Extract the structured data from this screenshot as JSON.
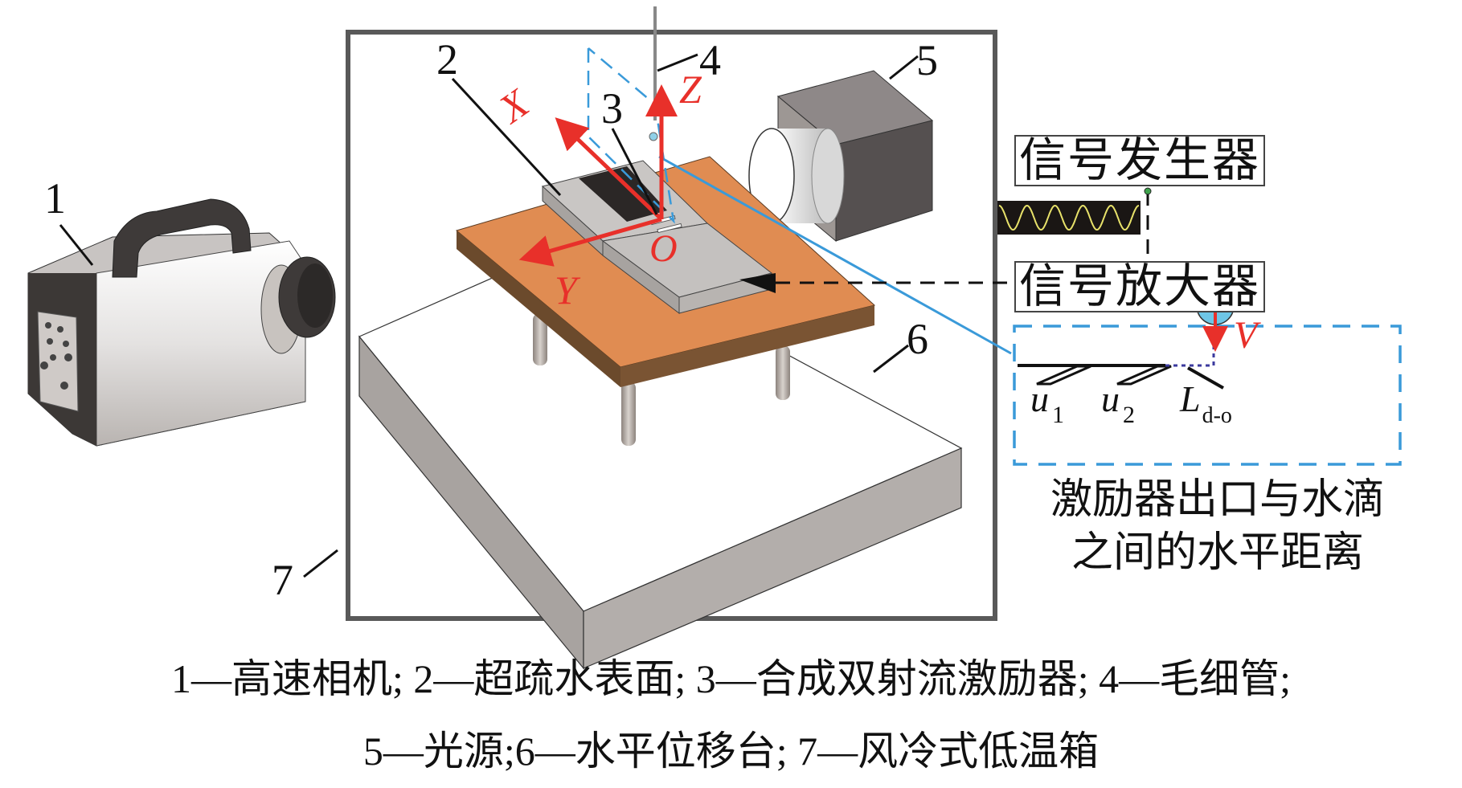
{
  "labels": {
    "camera": "1",
    "surface": "2",
    "actuator": "3",
    "capillary": "4",
    "light": "5",
    "stage": "6",
    "chamber": "7"
  },
  "axes": {
    "x": "X",
    "y": "Y",
    "z": "Z",
    "origin": "O"
  },
  "signal": {
    "generator": "信号发生器",
    "amplifier": "信号放大器"
  },
  "inset": {
    "velocity": "V",
    "u1_main": "u",
    "u1_sub": "1",
    "u2_main": "u",
    "u2_sub": "2",
    "L_main": "L",
    "L_sub": "d-o",
    "note_line1": "激励器出口与水滴",
    "note_line2": "之间的水平距离"
  },
  "caption": {
    "line1": "1—高速相机; 2—超疏水表面; 3—合成双射流激励器; 4—毛细管;",
    "line2": "5—光源;6—水平位移台; 7—风冷式低温箱"
  },
  "colors": {
    "axis_red": "#e8302a",
    "plate_orange": "#e08c52",
    "plate_edge": "#6b4a2c",
    "inset_blue": "#3a9ad9",
    "droplet": "#6ec6e6",
    "frame": "#595959"
  }
}
